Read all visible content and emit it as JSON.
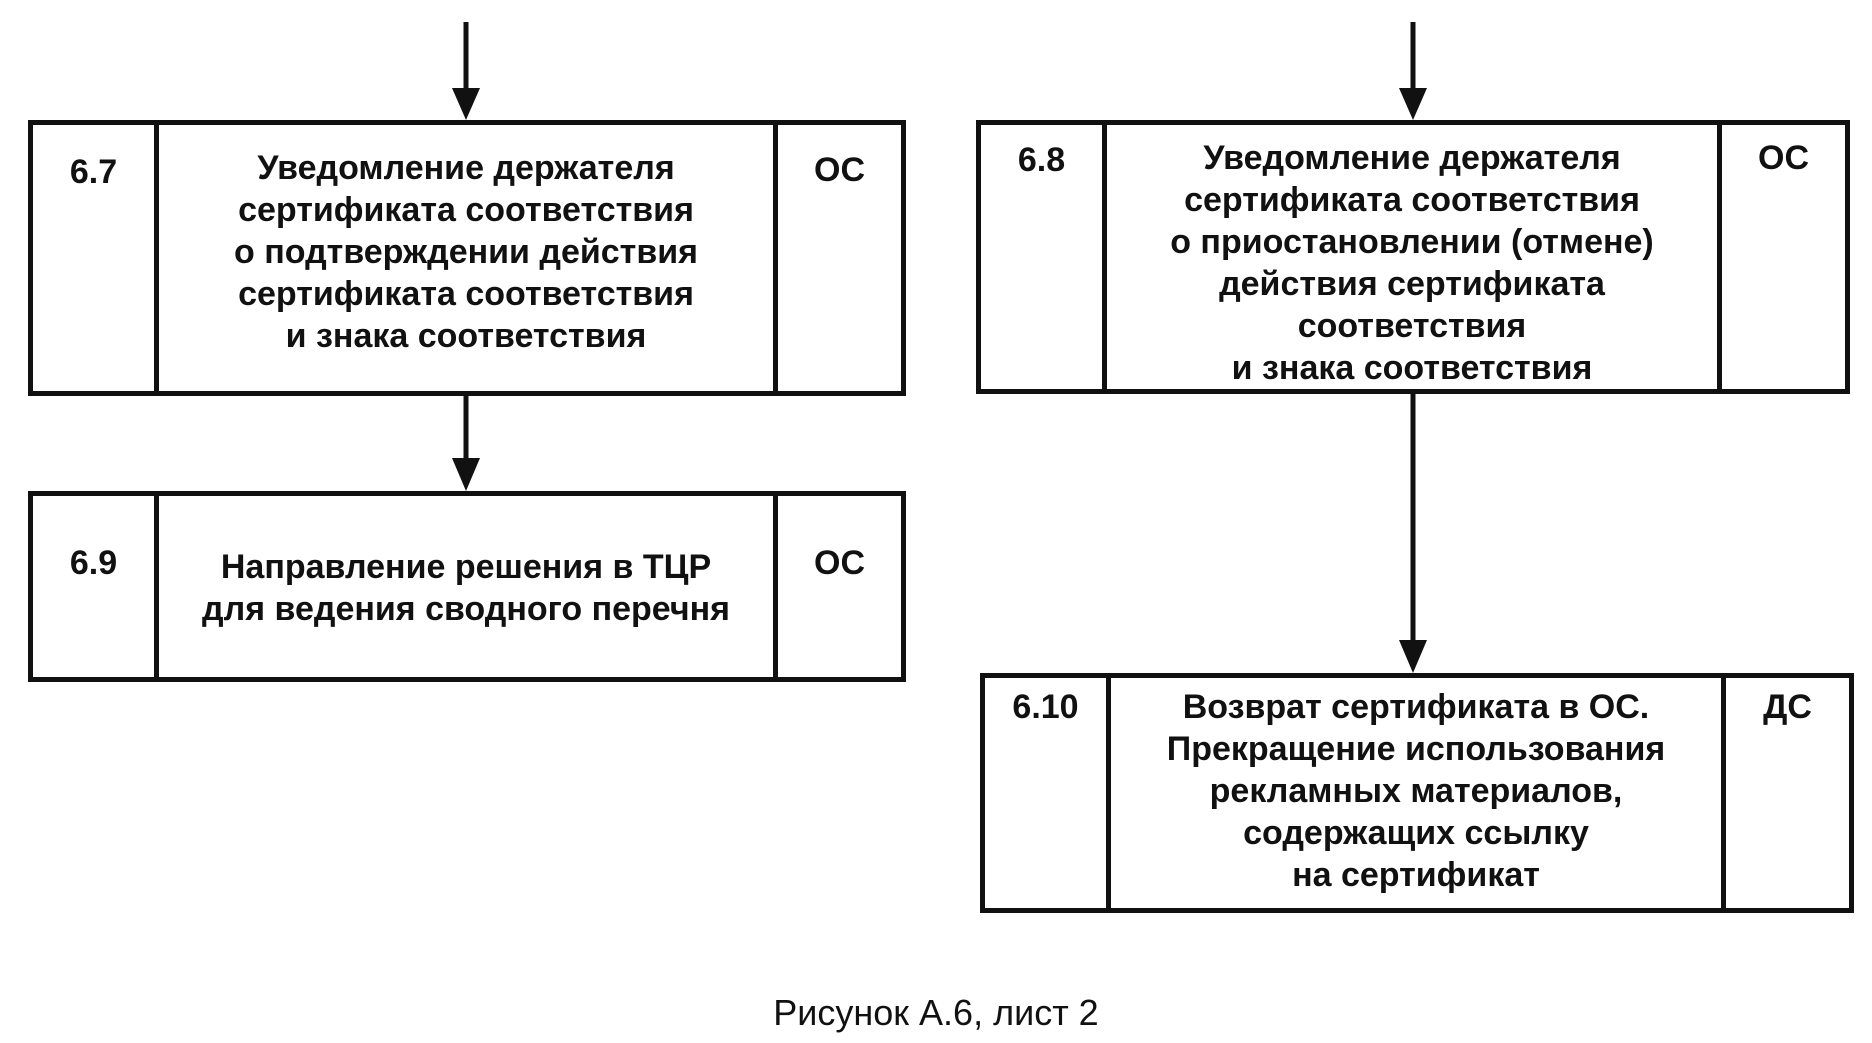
{
  "blocks": [
    {
      "id": "6.7",
      "number": "6.7",
      "text": "Уведомление держателя\nсертификата соответствия\nо подтверждении действия\nсертификата соответствия\nи знака соответствия",
      "responsible": "ОС"
    },
    {
      "id": "6.8",
      "number": "6.8",
      "text": "Уведомление держателя\nсертификата соответствия\nо приостановлении (отмене)\nдействия сертификата\nсоответствия\nи знака соответствия",
      "responsible": "ОС"
    },
    {
      "id": "6.9",
      "number": "6.9",
      "text": "Направление решения в ТЦР\nдля ведения сводного перечня",
      "responsible": "ОС"
    },
    {
      "id": "6.10",
      "number": "6.10",
      "text": "Возврат сертификата в ОС.\nПрекращение использования\nрекламных материалов,\nсодержащих ссылку\nна сертификат",
      "responsible": "ДС"
    }
  ],
  "connections": [
    {
      "from": "entry",
      "to": "6.7"
    },
    {
      "from": "entry",
      "to": "6.8"
    },
    {
      "from": "6.7",
      "to": "6.9"
    },
    {
      "from": "6.8",
      "to": "6.10"
    }
  ],
  "caption": "Рисунок А.6, лист 2"
}
